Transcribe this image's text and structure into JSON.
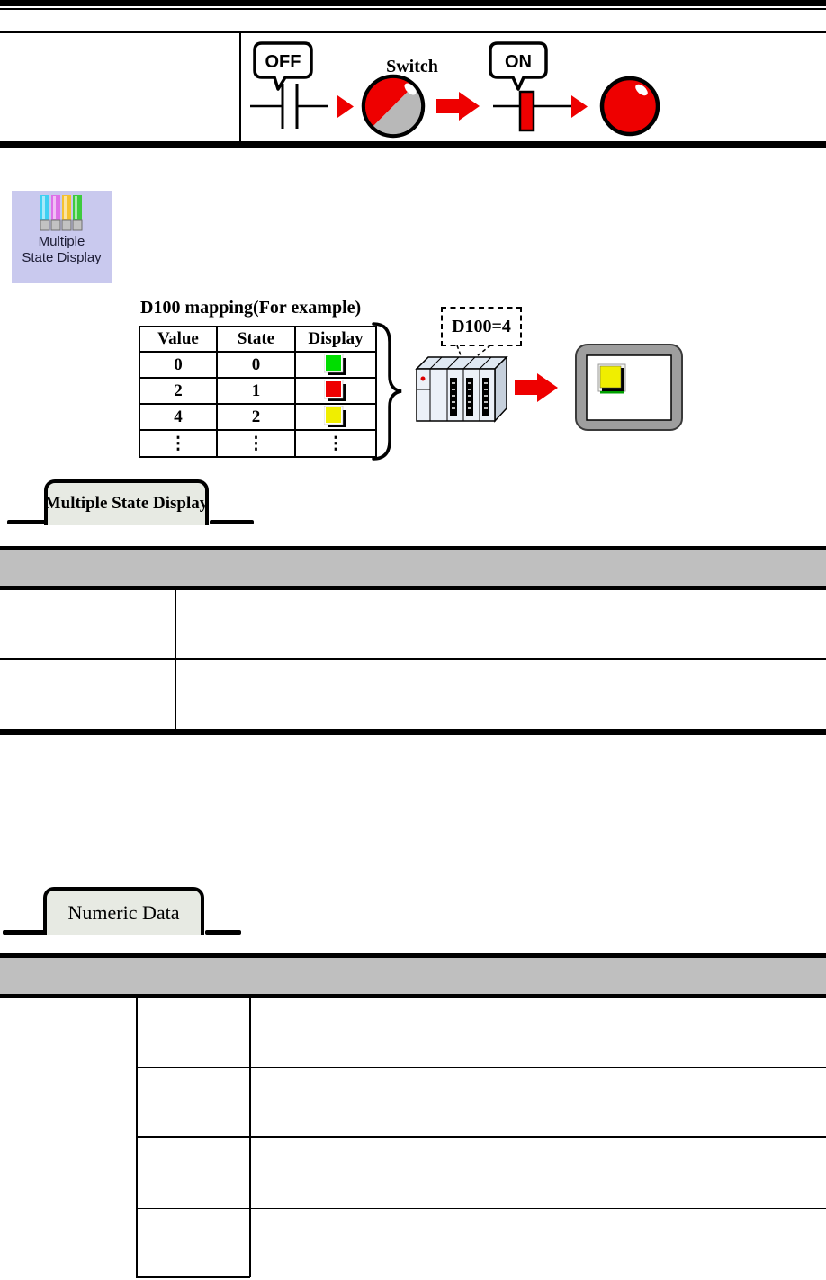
{
  "top_diagram": {
    "off_label": "OFF",
    "switch_label": "Switch",
    "on_label": "ON"
  },
  "msd_icon": {
    "label_line1": "Multiple",
    "label_line2": "State Display",
    "bg_color": "#c9c9ee",
    "bar_colors": [
      "#3fd0f2",
      "#de6fe8",
      "#f5c22e",
      "#3ecb3e"
    ]
  },
  "mapping": {
    "title": "D100 mapping(For example)",
    "headers": [
      "Value",
      "State",
      "Display"
    ],
    "rows": [
      {
        "value": "0",
        "state": "0",
        "display_color": "#00dd00"
      },
      {
        "value": "2",
        "state": "1",
        "display_color": "#ee0000"
      },
      {
        "value": "4",
        "state": "2",
        "display_color": "#f0ee00"
      },
      {
        "value": "⋮",
        "state": "⋮",
        "display": "⋮"
      }
    ],
    "callout_label": "D100=4",
    "hmi_button_color": "#f0ee00"
  },
  "sections": [
    {
      "tab_label": "Multiple State Display"
    },
    {
      "tab_label": "Numeric Data"
    }
  ],
  "colors": {
    "accent_red": "#ee0000",
    "switch_off_gray": "#b8b8b8",
    "table_header_gray": "#bfbfbf",
    "tab_fill": "#e7eae3",
    "icon_bg": "#c9c9ee",
    "hmi_frame_gray": "#9e9e9e"
  }
}
